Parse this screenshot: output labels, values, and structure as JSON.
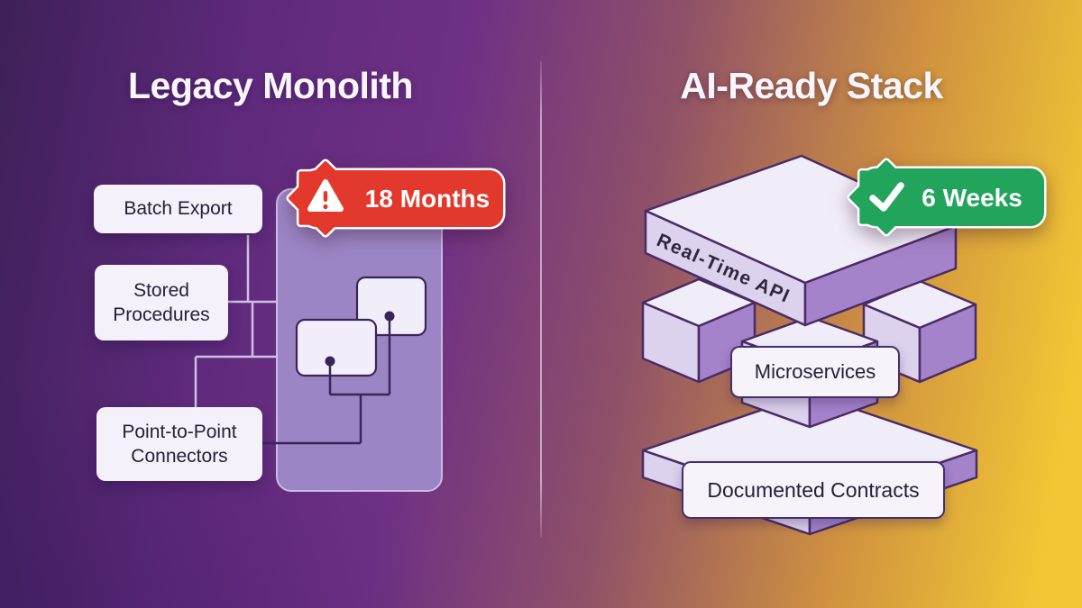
{
  "left_panel": {
    "title": "Legacy Monolith",
    "badge": {
      "label": "18 Months",
      "icon": "warning-triangle-icon",
      "color": "#E2392C"
    },
    "nodes": {
      "batch_export": "Batch Export",
      "stored_procedures": "Stored Procedures",
      "point_to_point": "Point-to-Point Connectors"
    }
  },
  "right_panel": {
    "title": "AI-Ready Stack",
    "badge": {
      "label": "6 Weeks",
      "icon": "checkmark-icon",
      "color": "#23A45C"
    },
    "layers": {
      "top": "Real-Time API",
      "middle": "Microservices",
      "base": "Documented Contracts"
    }
  },
  "style": {
    "background_gradient": [
      "#3E2059",
      "#6F3085",
      "#8F5168",
      "#F2C634"
    ],
    "monolith_fill": "#9B85C4",
    "stack_face_top": "#F1EDF8",
    "stack_face_left": "#DCD2EE",
    "stack_face_right": "#A583CB",
    "stack_outline": "#4A2B66",
    "connector_light": "#CFC0E6",
    "connector_dark": "#3A2559"
  }
}
